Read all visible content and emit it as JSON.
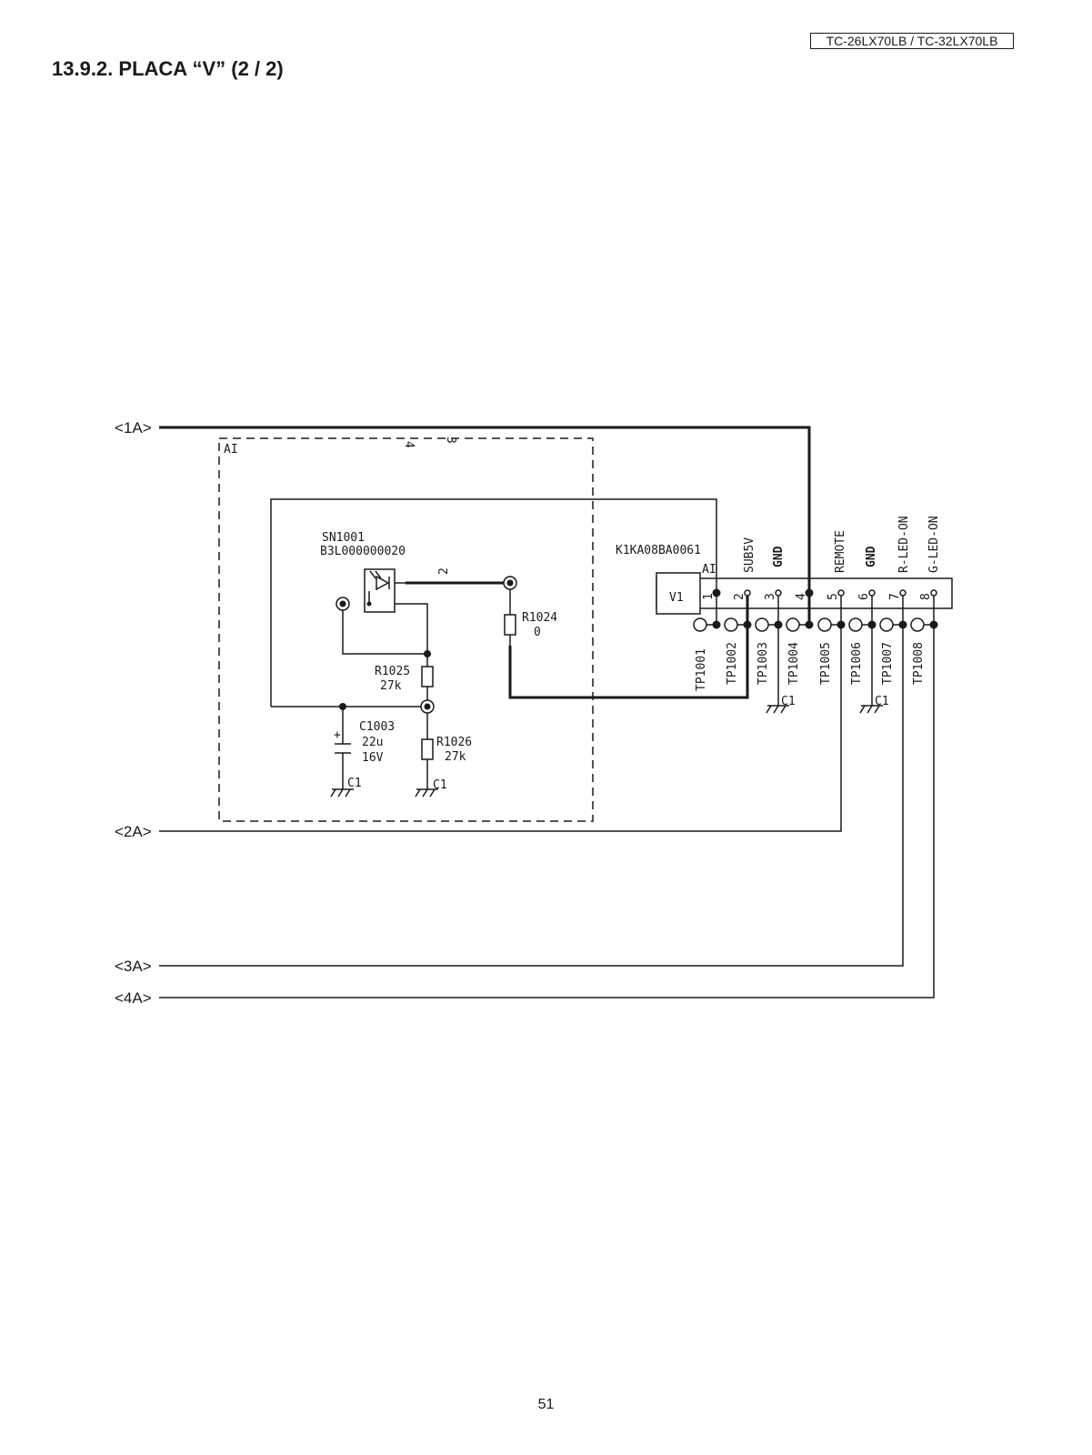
{
  "header": {
    "model": "TC-26LX70LB / TC-32LX70LB",
    "section_title": "13.9.2. PLACA “V” (2 / 2)"
  },
  "page_number": "51",
  "schematic": {
    "connector_labels": [
      "<1A>",
      "<2A>",
      "<3A>",
      "<4A>"
    ],
    "block_label": "AI",
    "block_pin_a": "4",
    "block_pin_b": "3",
    "sensor": {
      "ref": "SN1001",
      "part": "B3L000000020",
      "pin": "2"
    },
    "resistors": [
      {
        "ref": "R1024",
        "value": "0"
      },
      {
        "ref": "R1025",
        "value": "27k"
      },
      {
        "ref": "R1026",
        "value": "27k"
      }
    ],
    "capacitor": {
      "ref": "C1003",
      "value": "22u",
      "voltage": "16V",
      "polarity": "+"
    },
    "ground_label": "C1",
    "connector": {
      "part": "K1KA08BA0061",
      "ref": "V1",
      "label": "AI",
      "signals": [
        "SUB5V",
        "GND",
        "REMOTE",
        "GND",
        "R-LED-ON",
        "G-LED-ON"
      ],
      "pins": [
        "1",
        "2",
        "3",
        "4",
        "5",
        "6",
        "7",
        "8"
      ]
    },
    "test_points": [
      "TP1001",
      "TP1002",
      "TP1003",
      "TP1004",
      "TP1005",
      "TP1006",
      "TP1007",
      "TP1008"
    ],
    "colors": {
      "ink": "#1a1a1a",
      "paper": "#ffffff"
    }
  }
}
